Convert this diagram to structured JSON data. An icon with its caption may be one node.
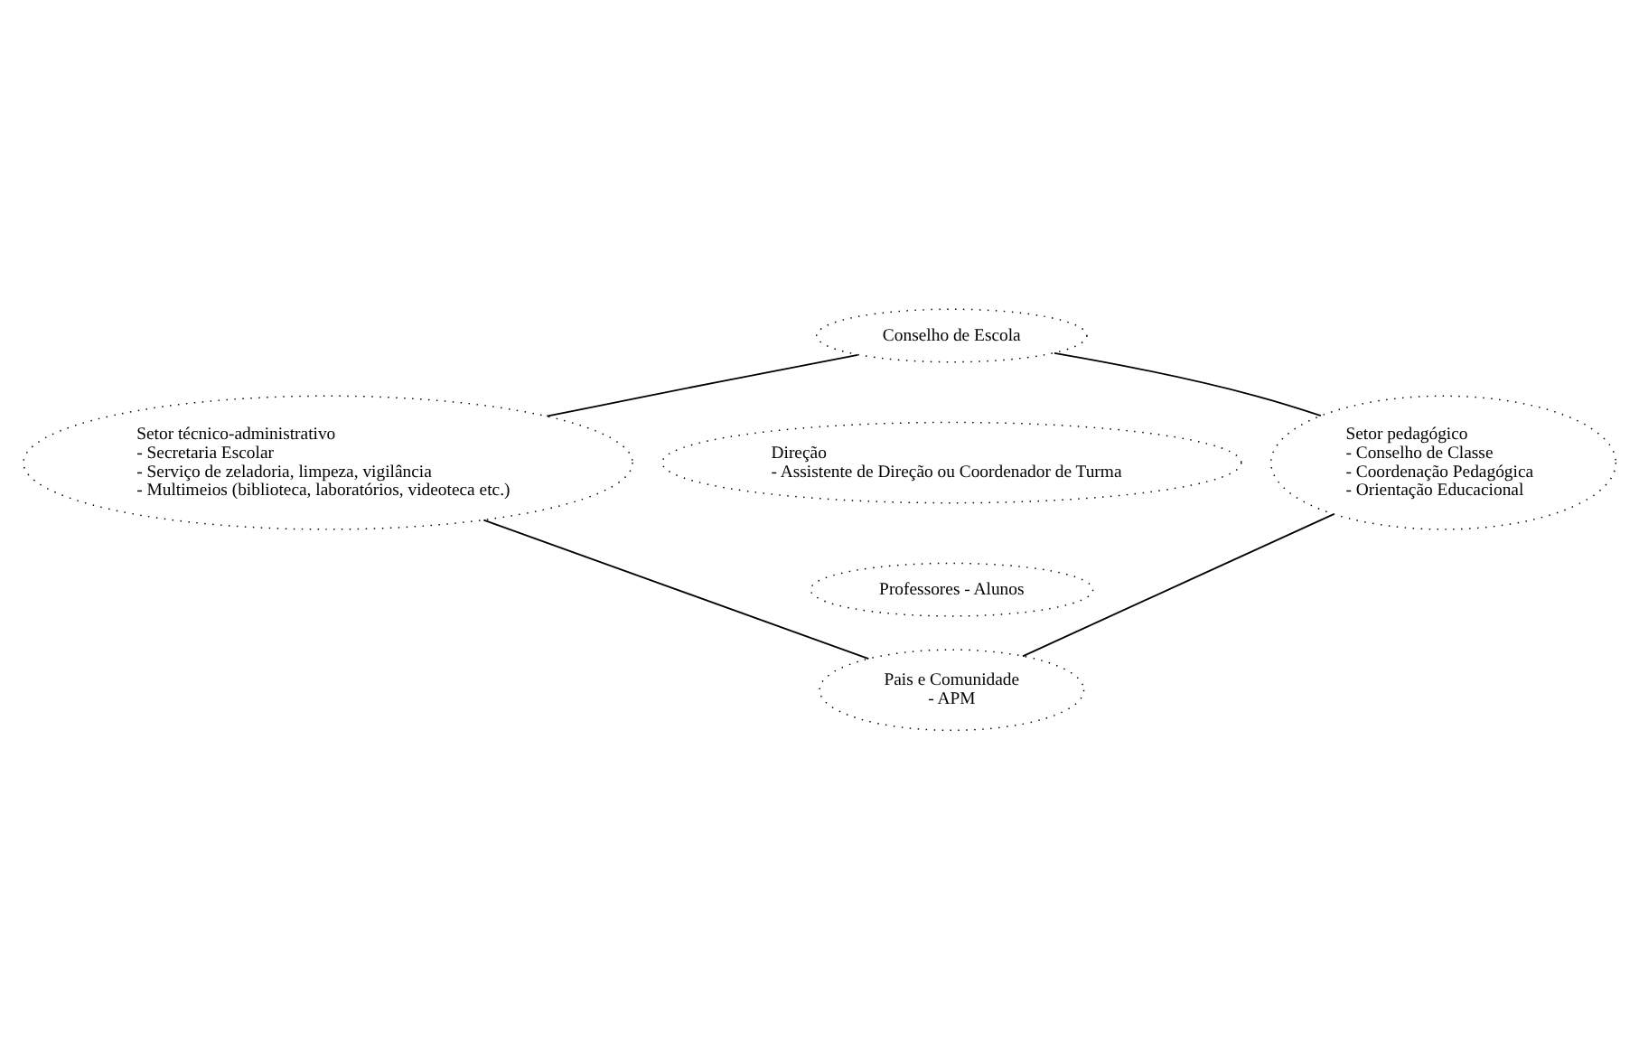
{
  "diagram": {
    "nodes": [
      {
        "text": [
          "Conselho de Escola"
        ]
      },
      {
        "text": [
          "Direção",
          "- Assistente de Direção ou Coordenador de Turma"
        ]
      },
      {
        "text": [
          "Setor técnico-administrativo",
          "- Secretaria Escolar",
          "- Serviço de zeladoria, limpeza, vigilância",
          "- Multimeios (biblioteca, laboratórios, videoteca etc.)"
        ]
      },
      {
        "text": [
          "Setor pedagógico",
          "- Conselho de Classe",
          "- Coordenação Pedagógica",
          "- Orientação Educacional"
        ]
      },
      {
        "text": [
          "Professores - Alunos"
        ]
      },
      {
        "text": [
          "Pais e Comunidade",
          "- APM"
        ]
      }
    ],
    "edges": [
      {
        "from": 0,
        "to": 2,
        "arrow": "none"
      },
      {
        "from": 0,
        "to": 3,
        "arrow": "none"
      },
      {
        "from": 2,
        "to": 5,
        "arrow": "none"
      },
      {
        "from": 3,
        "to": 5,
        "arrow": "none"
      }
    ]
  }
}
